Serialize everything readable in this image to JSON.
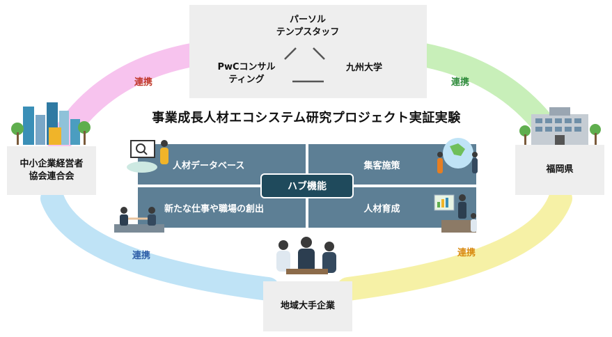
{
  "diagram": {
    "title": "事業成長人材エコシステム研究プロジェクト実証実験",
    "top_partners": {
      "persol": [
        "パーソル",
        "テンプスタッフ"
      ],
      "pwc": [
        "PwCコンサル",
        "ティング"
      ],
      "kyushu": "九州大学"
    },
    "nodes": {
      "left": [
        "中小企業経営者",
        "協会連合会"
      ],
      "right": "福岡県",
      "bottom": "地域大手企業"
    },
    "links": {
      "top_left": "連携",
      "top_right": "連携",
      "bottom_left": "連携",
      "bottom_right": "連携"
    },
    "hub": {
      "center": "ハブ機能",
      "top_left": "人材データベース",
      "top_right": "集客施策",
      "bottom_left": "新たな仕事や職場の創出",
      "bottom_right": "人材育成"
    },
    "colors": {
      "arc_top_left": "#f7c3ee",
      "arc_top_right": "#c8efb9",
      "arc_bottom_left": "#bfe3f6",
      "arc_bottom_right": "#f6f1a6",
      "renkei_red": "#c0392b",
      "renkei_green": "#2e8b3a",
      "renkei_blue": "#2f5fa8",
      "renkei_orange": "#d98a10",
      "quad": "#5d7f95",
      "hub": "#1f4a5c"
    }
  }
}
